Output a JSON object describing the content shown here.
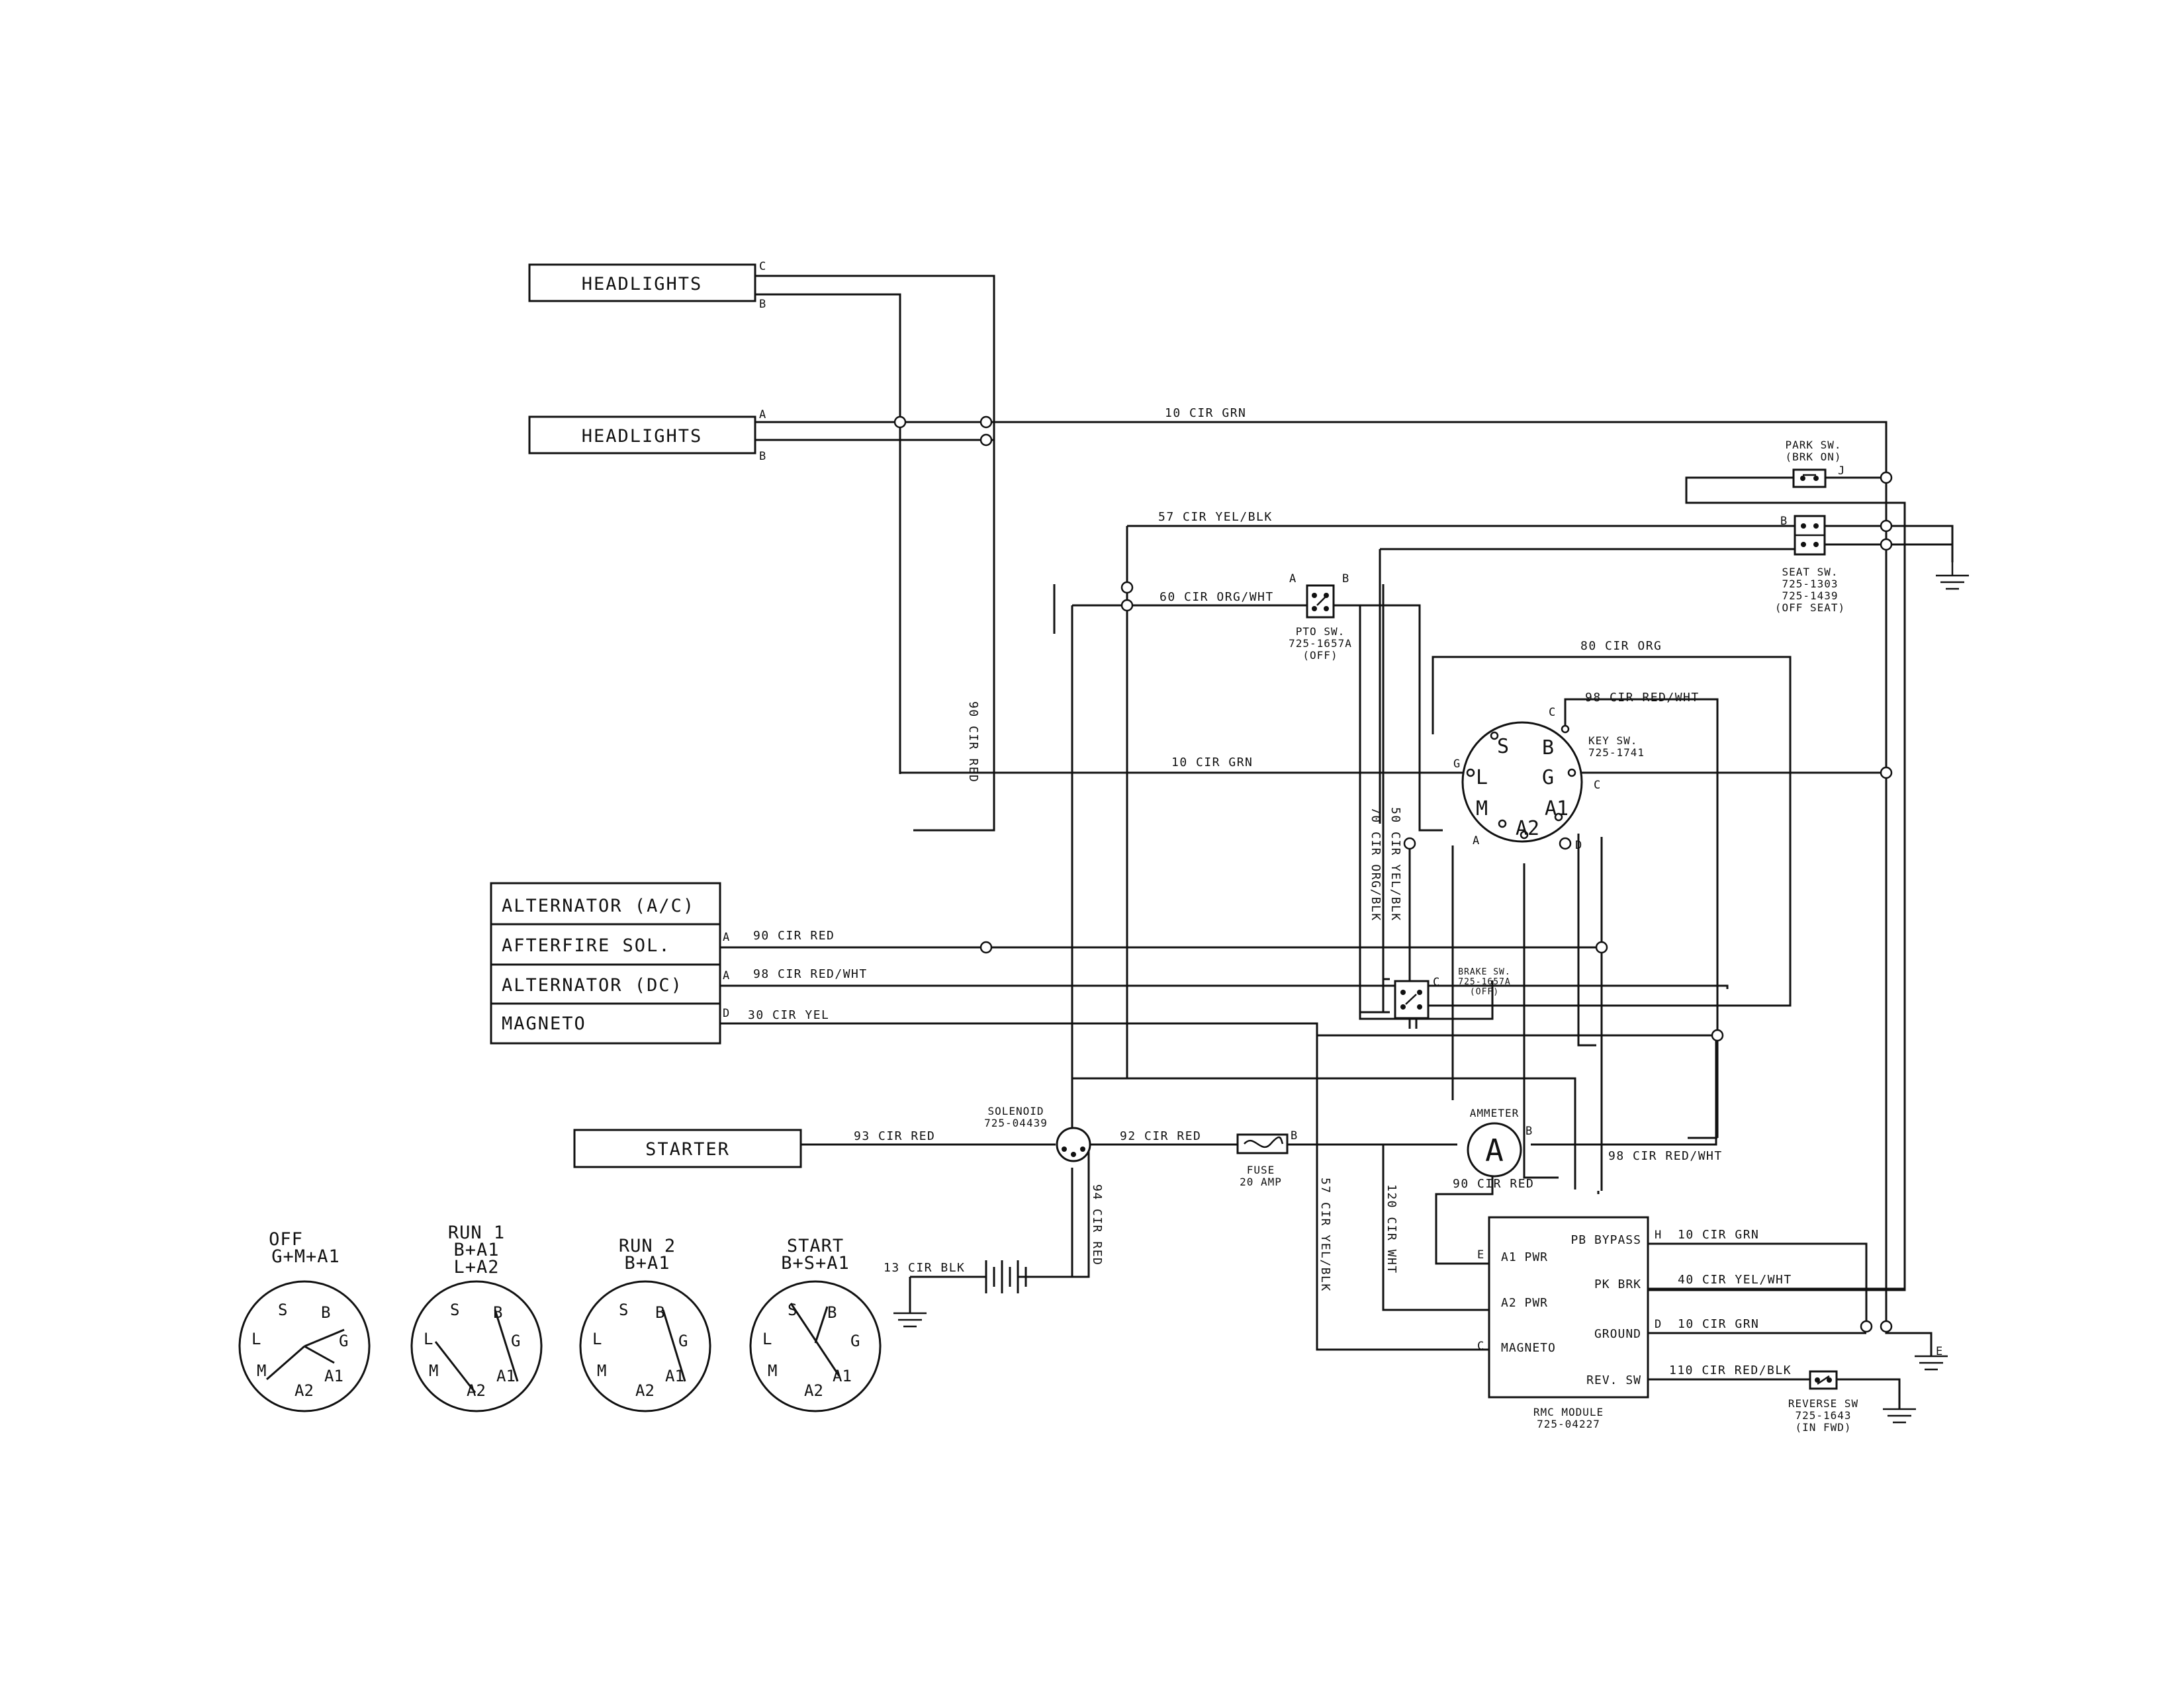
{
  "boxes": {
    "headlights_top": "HEADLIGHTS",
    "headlights_bottom": "HEADLIGHTS",
    "alternator_ac": "ALTERNATOR (A/C)",
    "afterfire_sol": "AFTERFIRE SOL.",
    "alternator_dc": "ALTERNATOR (DC)",
    "magneto": "MAGNETO",
    "starter": "STARTER"
  },
  "pins": {
    "hl1_c": "C",
    "hl1_b": "B",
    "hl2_a": "A",
    "hl2_b": "B",
    "aft_a": "A",
    "altdc_a": "A",
    "mag_d": "D",
    "park_j": "J",
    "seat_b": "B",
    "pto_a": "A",
    "pto_b": "B",
    "brake_c": "C",
    "fuse_b": "B",
    "amm_b": "B",
    "key_c1": "C",
    "key_g": "G",
    "key_c2": "C",
    "key_a": "A",
    "key_d": "D",
    "rmc_h": "H",
    "rmc_e": "E",
    "rmc_d": "D",
    "rmc_c": "C",
    "ground_e": "E"
  },
  "wires": {
    "w10_top": "10 CIR GRN",
    "w57_top": "57 CIR YEL/BLK",
    "w60": "60 CIR ORG/WHT",
    "w80": "80 CIR ORG",
    "w98_top": "98 CIR RED/WHT",
    "w10_mid": "10 CIR GRN",
    "w90_vert": "90 CIR RED",
    "w90_aft": "90 CIR RED",
    "w98_alt": "98 CIR RED/WHT",
    "w30": "30 CIR YEL",
    "w70": "70 CIR ORG/BLK",
    "w50": "50 CIR YEL/BLK",
    "w93": "93 CIR RED",
    "w92": "92 CIR RED",
    "w94": "94 CIR RED",
    "w57_vert": "57 CIR YEL/BLK",
    "w120": "120 CIR WHT",
    "w90_amm": "90 CIR RED",
    "w98_amm": "98 CIR RED/WHT",
    "w13": "13 CIR BLK",
    "w10_pb": "10 CIR GRN",
    "w40": "40 CIR YEL/WHT",
    "w10_gnd": "10 CIR GRN",
    "w110": "110 CIR RED/BLK"
  },
  "components": {
    "park_sw_1": "PARK SW.",
    "park_sw_2": "(BRK ON)",
    "seat_sw_1": "SEAT SW.",
    "seat_sw_2": "725-1303",
    "seat_sw_3": "725-1439",
    "seat_sw_4": "(OFF SEAT)",
    "pto_sw_1": "PTO SW.",
    "pto_sw_2": "725-1657A",
    "pto_sw_3": "(OFF)",
    "key_sw_1": "KEY SW.",
    "key_sw_2": "725-1741",
    "brake_sw_1": "BRAKE SW.",
    "brake_sw_2": "725-1657A",
    "brake_sw_3": "(OFF)",
    "solenoid_1": "SOLENOID",
    "solenoid_2": "725-04439",
    "fuse_1": "FUSE",
    "fuse_2": "20 AMP",
    "ammeter": "AMMETER",
    "ammeter_sym": "A",
    "rmc_1": "RMC MODULE",
    "rmc_2": "725-04227",
    "reverse_1": "REVERSE SW",
    "reverse_2": "725-1643",
    "reverse_3": "(IN FWD)"
  },
  "key_terminals": {
    "s": "S",
    "b": "B",
    "g": "G",
    "l": "L",
    "m": "M",
    "a2": "A2",
    "a1": "A1"
  },
  "rmc_terms": {
    "pb_bypass": "PB BYPASS",
    "pk_brk": "PK BRK",
    "ground": "GROUND",
    "rev_sw": "REV. SW",
    "a1_pwr": "A1 PWR",
    "a2_pwr": "A2 PWR",
    "magneto": "MAGNETO"
  },
  "positions": [
    {
      "name": "OFF",
      "combo1": "G+M+A1",
      "combo2": ""
    },
    {
      "name": "RUN 1",
      "combo1": "B+A1",
      "combo2": "L+A2"
    },
    {
      "name": "RUN 2",
      "combo1": "B+A1",
      "combo2": ""
    },
    {
      "name": "START",
      "combo1": "B+S+A1",
      "combo2": ""
    }
  ]
}
